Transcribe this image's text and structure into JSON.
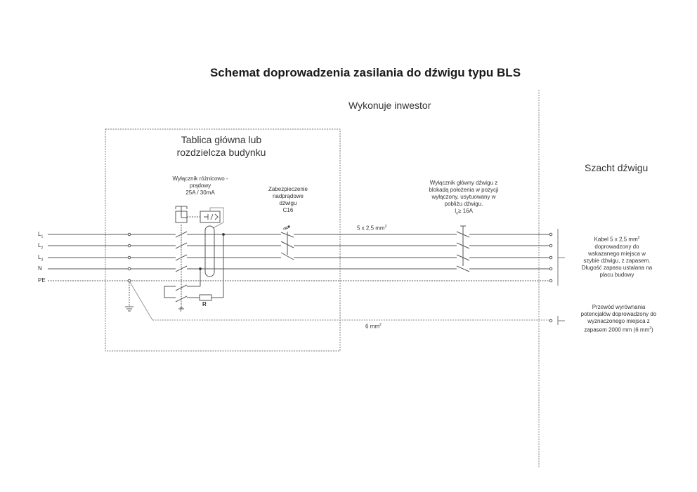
{
  "title": "Schemat doprowadzenia zasilania do dźwigu typu BLS",
  "zones": {
    "investor": "Wykonuje inwestor",
    "shaft": "Szacht dźwigu"
  },
  "panel": {
    "title_line1": "Tablica główna lub",
    "title_line2": "rozdzielcza budynku"
  },
  "conductors": [
    {
      "label": "L",
      "sub": "1"
    },
    {
      "label": "L",
      "sub": "2"
    },
    {
      "label": "L",
      "sub": "3"
    },
    {
      "label": "N",
      "sub": ""
    },
    {
      "label": "PE",
      "sub": ""
    }
  ],
  "components": {
    "rcd": {
      "line1": "Wyłącznik różnicowo -",
      "line2": "prądowy",
      "line3": "25A / 30mA",
      "resistor_label": "R",
      "test_label": "T"
    },
    "overcurrent": {
      "line1": "Zabezpieczenie",
      "line2": "nadprądowe",
      "line3": "dźwigu",
      "line4": "C16"
    },
    "main_switch": {
      "line1": "Wyłącznik główny dźwigu z",
      "line2": "blokadą położenia w pozycji",
      "line3": "wyłączony, usytuowany w",
      "line4": "pobliżu dźwigu.",
      "rating_prefix": "I",
      "rating_sub": "n",
      "rating_value": "≥ 16A"
    }
  },
  "cables": {
    "main": {
      "text": "5 x 2,5 mm",
      "sup": "2"
    },
    "equipotential": {
      "text": "6 mm",
      "sup": "2"
    }
  },
  "notes": {
    "cable": {
      "line1": "Kabel 5 x 2,5 mm",
      "line1_sup": "2",
      "line2": "doprowadzony do",
      "line3": "wskazanego miejsca w",
      "line4": "szybie dźwigu, z zapasem.",
      "line5": "Długość zapasu ustalana na",
      "line6": "placu budowy"
    },
    "equipotential": {
      "line1": "Przewód wyrównania",
      "line2": "potencjałów doprowadzony do",
      "line3": "wyznaczonego miejsca z",
      "line4": "zapasem 2000 mm (6 mm",
      "line4_sup": "2",
      "line4_end": ")"
    }
  }
}
